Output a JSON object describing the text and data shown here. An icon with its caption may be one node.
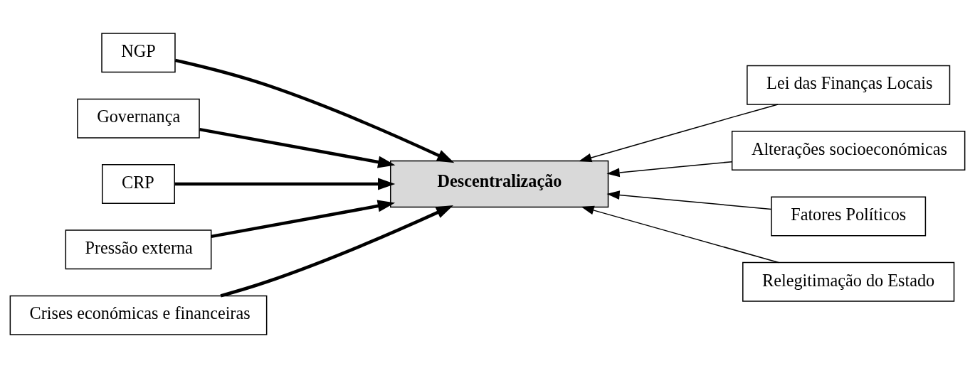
{
  "diagram": {
    "nodes": [
      {
        "text": [
          "NGP"
        ]
      },
      {
        "text": [
          "Governança"
        ]
      },
      {
        "text": [
          "CRP"
        ]
      },
      {
        "text": [
          "Pressão externa"
        ]
      },
      {
        "text": [
          "Crises económicas e financeiras"
        ]
      },
      {
        "text": [
          "Descentralização"
        ]
      },
      {
        "text": [
          "Lei das Finanças Locais"
        ]
      },
      {
        "text": [
          "Alterações socioeconómicas"
        ]
      },
      {
        "text": [
          "Fatores Políticos"
        ]
      },
      {
        "text": [
          "Relegitimação do Estado"
        ]
      }
    ],
    "edges": [
      {
        "from": 0,
        "to": 5,
        "arrow": "to"
      },
      {
        "from": 1,
        "to": 5,
        "arrow": "to"
      },
      {
        "from": 2,
        "to": 5,
        "arrow": "to"
      },
      {
        "from": 3,
        "to": 5,
        "arrow": "to"
      },
      {
        "from": 4,
        "to": 5,
        "arrow": "to"
      },
      {
        "from": 6,
        "to": 5,
        "arrow": "to"
      },
      {
        "from": 7,
        "to": 5,
        "arrow": "to"
      },
      {
        "from": 8,
        "to": 5,
        "arrow": "to"
      },
      {
        "from": 9,
        "to": 5,
        "arrow": "to"
      }
    ]
  }
}
